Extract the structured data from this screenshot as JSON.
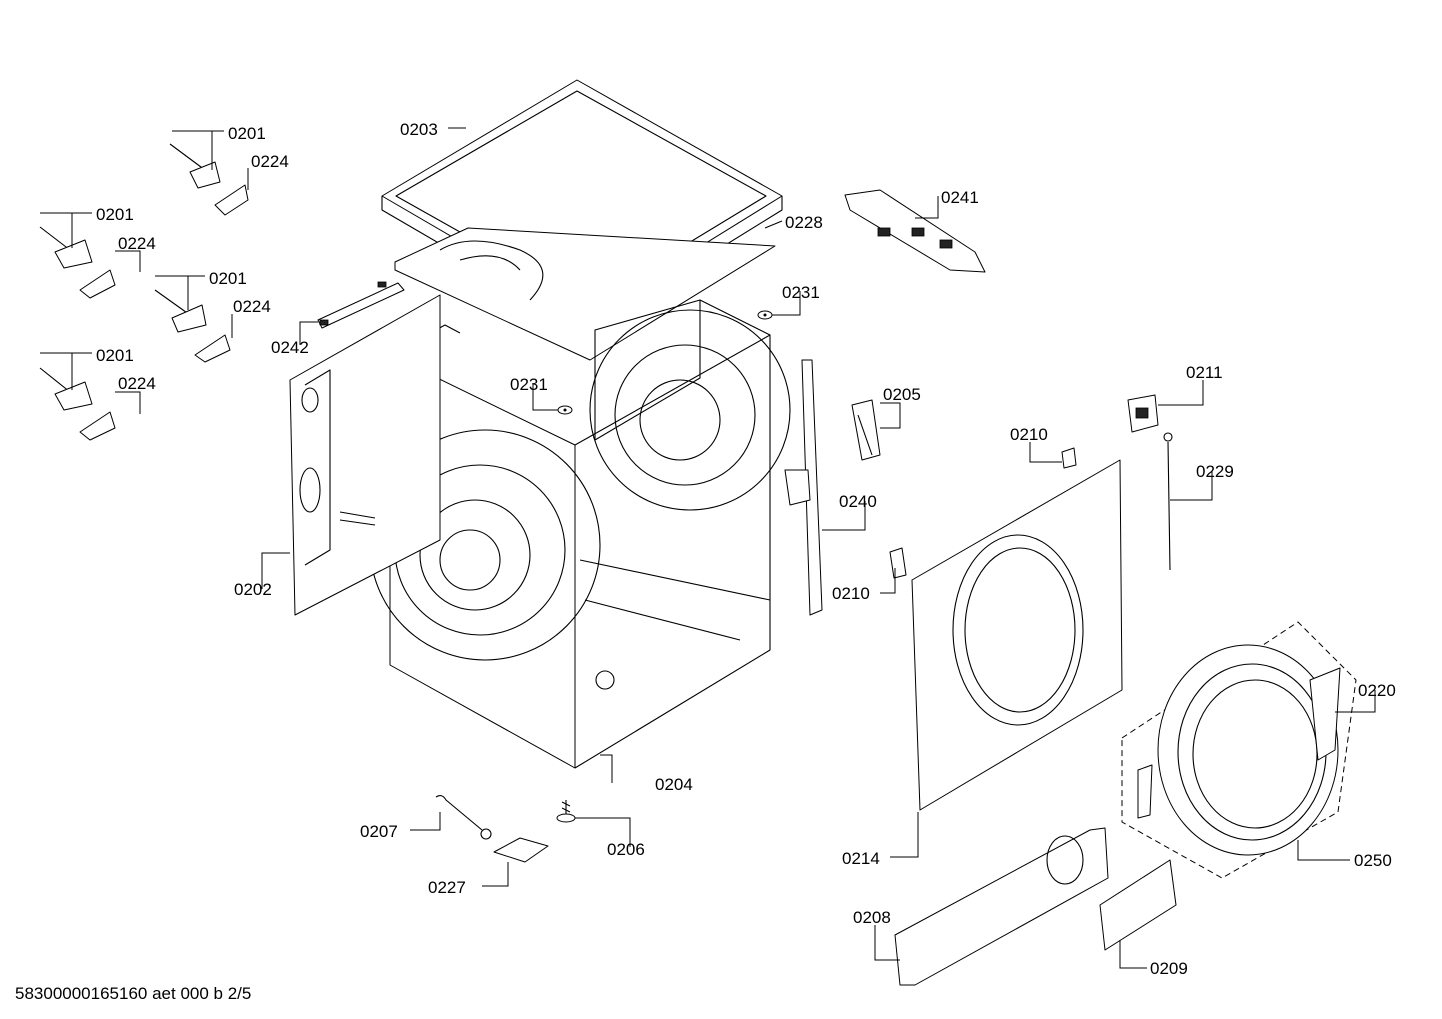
{
  "diagram": {
    "footer": "58300000165160 aet 000 b 2/5",
    "labels": [
      {
        "id": "l1",
        "text": "0201"
      },
      {
        "id": "l2",
        "text": "0224"
      },
      {
        "id": "l3",
        "text": "0201"
      },
      {
        "id": "l4",
        "text": "0224"
      },
      {
        "id": "l5",
        "text": "0201"
      },
      {
        "id": "l6",
        "text": "0224"
      },
      {
        "id": "l7",
        "text": "0201"
      },
      {
        "id": "l8",
        "text": "0224"
      },
      {
        "id": "l9",
        "text": "0203"
      },
      {
        "id": "l10",
        "text": "0228"
      },
      {
        "id": "l11",
        "text": "0241"
      },
      {
        "id": "l12",
        "text": "0231"
      },
      {
        "id": "l13",
        "text": "0231"
      },
      {
        "id": "l14",
        "text": "0242"
      },
      {
        "id": "l15",
        "text": "0202"
      },
      {
        "id": "l16",
        "text": "0204"
      },
      {
        "id": "l17",
        "text": "0205"
      },
      {
        "id": "l18",
        "text": "0240"
      },
      {
        "id": "l19",
        "text": "0210"
      },
      {
        "id": "l20",
        "text": "0210"
      },
      {
        "id": "l21",
        "text": "0211"
      },
      {
        "id": "l22",
        "text": "0229"
      },
      {
        "id": "l23",
        "text": "0220"
      },
      {
        "id": "l24",
        "text": "0250"
      },
      {
        "id": "l25",
        "text": "0214"
      },
      {
        "id": "l26",
        "text": "0207"
      },
      {
        "id": "l27",
        "text": "0206"
      },
      {
        "id": "l28",
        "text": "0227"
      },
      {
        "id": "l29",
        "text": "0208"
      },
      {
        "id": "l30",
        "text": "0209"
      }
    ]
  }
}
